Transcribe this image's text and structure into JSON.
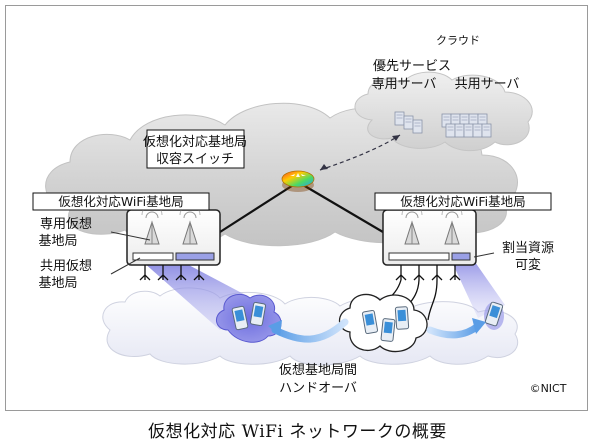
{
  "cloud": {
    "label": "クラウド",
    "priority_service": "優先サービス",
    "dedicated_server": "専用サーバ",
    "shared_server": "共用サーバ"
  },
  "switch": {
    "line1": "仮想化対応基地局",
    "line2": "収容スイッチ"
  },
  "left_station": {
    "title": "仮想化対応WiFi基地局",
    "dedicated_line1": "専用仮想",
    "dedicated_line2": "基地局",
    "shared_line1": "共用仮想",
    "shared_line2": "基地局"
  },
  "right_station": {
    "title": "仮想化対応WiFi基地局",
    "allocation_line1": "割当資源",
    "allocation_line2": "可変"
  },
  "handover": {
    "line1": "仮想基地局間",
    "line2": "ハンドオーバ"
  },
  "credit": "©NICT",
  "caption": "仮想化対応 WiFi ネットワークの概要",
  "colors": {
    "cloud_gray": "#d6d6d6",
    "lower_cloud": "#eef0f8",
    "beam": "#7f7fdc",
    "accent_blue": "#6aa7e6",
    "shared_bar": "#9aa0e6"
  }
}
